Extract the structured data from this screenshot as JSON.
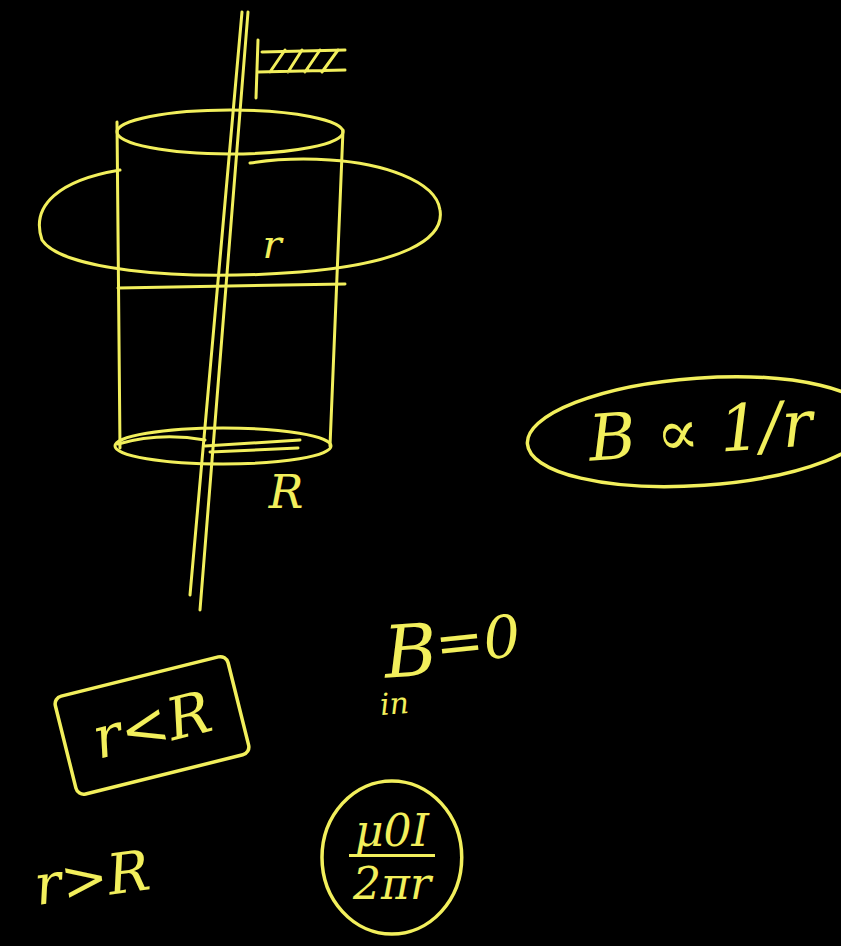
{
  "diagram": {
    "nodes": [
      {
        "text": [
          "B ∝ 1/r"
        ]
      },
      {
        "text": [
          "r<R"
        ]
      },
      {
        "text": [
          "μ0I",
          "2πr"
        ]
      }
    ],
    "labels": [
      "r",
      "R",
      "B",
      "in",
      "=0",
      "r>R"
    ]
  }
}
